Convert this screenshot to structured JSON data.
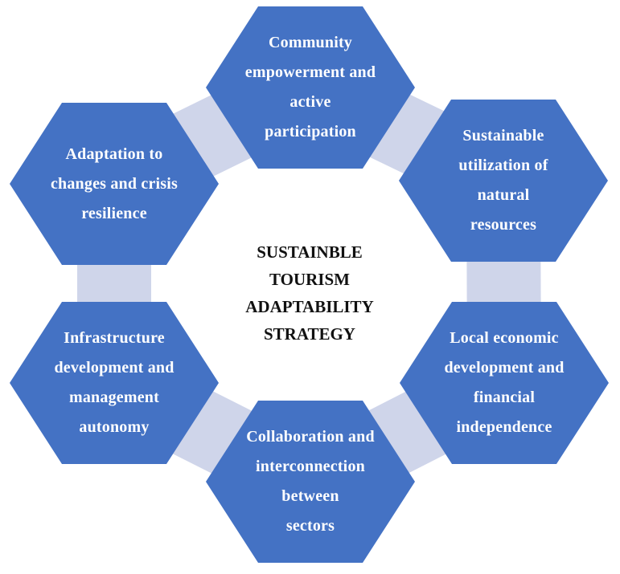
{
  "diagram": {
    "center_title": "SUSTAINBLE\nTOURISM\nADAPTABILITY\nSTRATEGY",
    "nodes": [
      {
        "id": "top",
        "label": "Community\nempowerment and\nactive\nparticipation"
      },
      {
        "id": "upper-right",
        "label": "Sustainable\nutilization of\nnatural\nresources"
      },
      {
        "id": "lower-right",
        "label": "Local economic\ndevelopment and\nfinancial\nindependence"
      },
      {
        "id": "bottom",
        "label": "Collaboration and\ninterconnection\nbetween\nsectors"
      },
      {
        "id": "lower-left",
        "label": "Infrastructure\ndevelopment and\nmanagement\nautonomy"
      },
      {
        "id": "upper-left",
        "label": "Adaptation to\nchanges and crisis\nresilience"
      }
    ],
    "colors": {
      "hexagon_fill": "#4472C4",
      "connector_fill": "#CFD5EA",
      "label_text": "#FFFFFF",
      "center_text": "#111111"
    }
  }
}
